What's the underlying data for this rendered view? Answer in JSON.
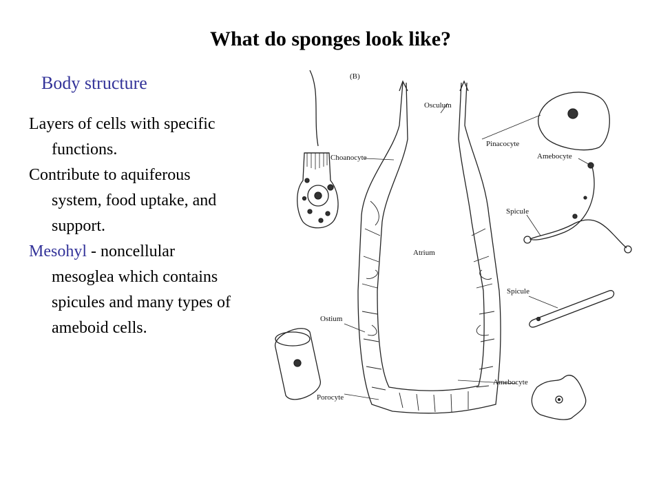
{
  "slide": {
    "title": "What do sponges look like?",
    "subhead": "Body structure",
    "accent_color": "#333399",
    "paragraphs": [
      {
        "term": "",
        "rest": "Layers of cells with specific functions."
      },
      {
        "term": "",
        "rest": "Contribute to aquiferous system, food uptake, and support."
      },
      {
        "term": "Mesohyl",
        "rest": " - noncellular mesoglea which contains spicules and many types of ameboid cells."
      }
    ]
  },
  "figure": {
    "panel_label": "(B)",
    "labels": {
      "osculum": "Osculum",
      "choanocyte": "Choanocyte",
      "pinacocyte": "Pinacocyte",
      "amebocyte_top": "Amebocyte",
      "spicule_upper": "Spicule",
      "atrium": "Atrium",
      "spicule_lower": "Spicule",
      "ostium": "Ostium",
      "amebocyte_bottom": "Amebocyte",
      "porocyte": "Porocyte"
    }
  }
}
